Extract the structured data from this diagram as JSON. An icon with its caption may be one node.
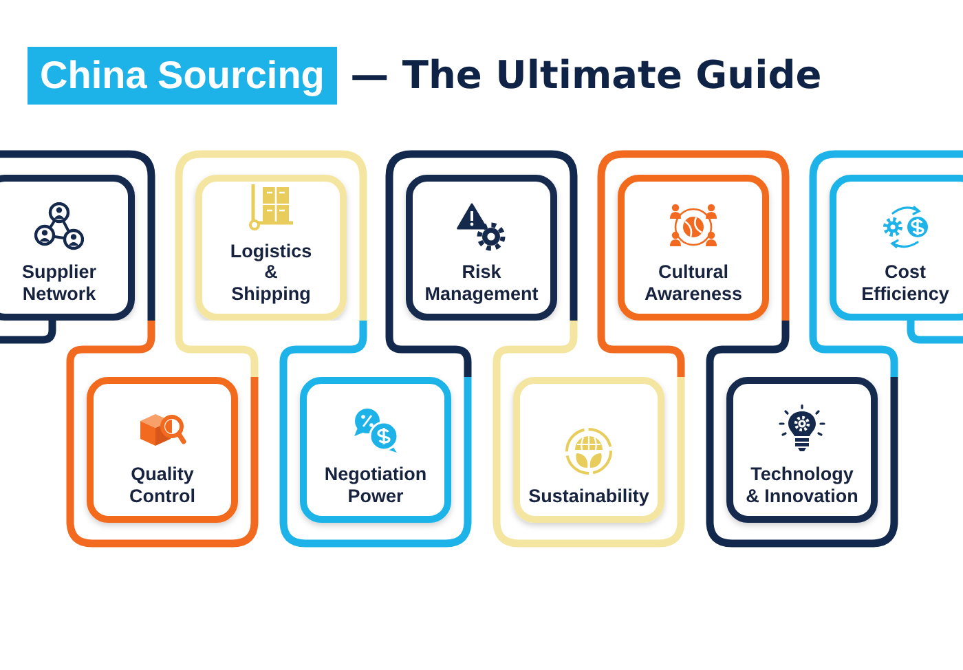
{
  "diagram": {
    "title": "China Sourcing — The Ultimate Guide",
    "nodes": [
      {
        "text": [
          "Supplier Network"
        ]
      },
      {
        "text": [
          "Logistics & Shipping"
        ]
      },
      {
        "text": [
          "Risk Management"
        ]
      },
      {
        "text": [
          "Cultural Awareness"
        ]
      },
      {
        "text": [
          "Cost Efficiency"
        ]
      },
      {
        "text": [
          "Quality Control"
        ]
      },
      {
        "text": [
          "Negotiation Power"
        ]
      },
      {
        "text": [
          "Sustainability"
        ]
      },
      {
        "text": [
          "Technology & Innovation"
        ]
      }
    ],
    "edges": [
      {
        "from": null,
        "to": 0,
        "arrow": "none",
        "color": "#12294d"
      },
      {
        "from": 0,
        "to": 5,
        "arrow": "none",
        "color": "#f26a1f"
      },
      {
        "from": 5,
        "to": 1,
        "arrow": "none",
        "color": "#f4e6a0"
      },
      {
        "from": 1,
        "to": 6,
        "arrow": "none",
        "color": "#1db3e8"
      },
      {
        "from": 6,
        "to": 2,
        "arrow": "none",
        "color": "#12294d"
      },
      {
        "from": 2,
        "to": 7,
        "arrow": "none",
        "color": "#f4e6a0"
      },
      {
        "from": 7,
        "to": 3,
        "arrow": "none",
        "color": "#f26a1f"
      },
      {
        "from": 3,
        "to": 8,
        "arrow": "none",
        "color": "#12294d"
      },
      {
        "from": 8,
        "to": 4,
        "arrow": "none",
        "color": "#1db3e8"
      },
      {
        "from": 4,
        "to": null,
        "arrow": "none",
        "color": "#1db3e8"
      }
    ]
  }
}
